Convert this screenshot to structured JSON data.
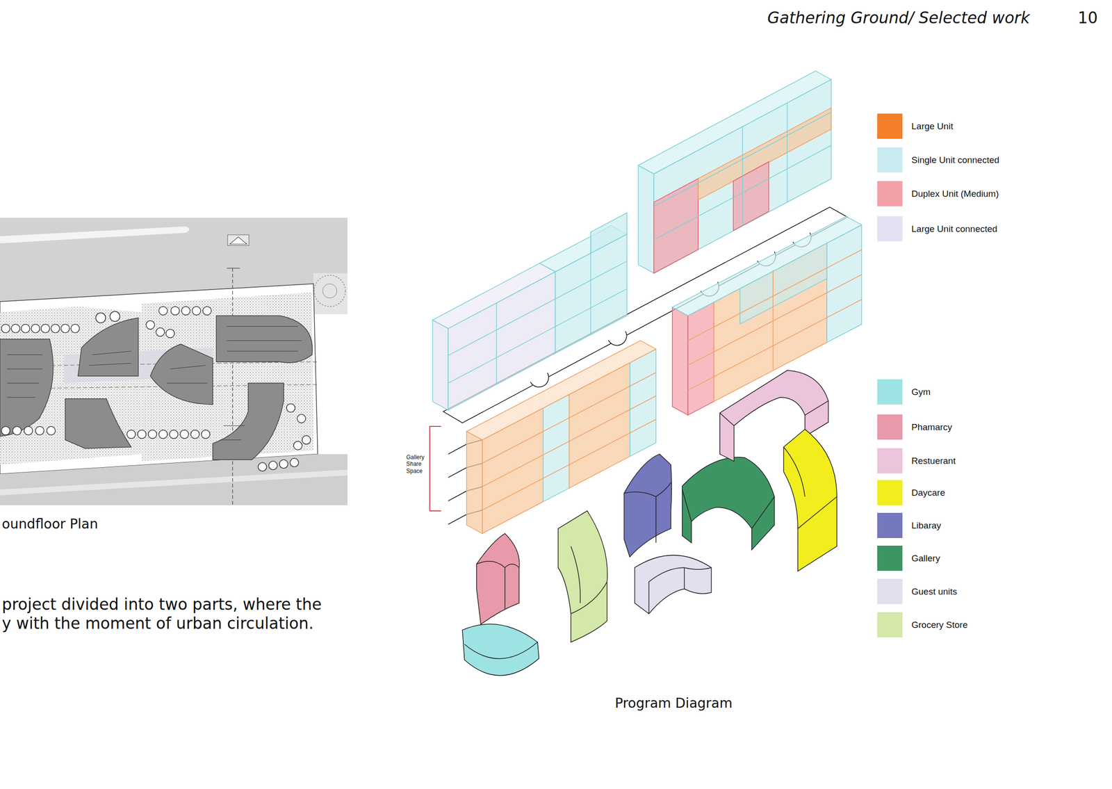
{
  "diagram": {
    "title": "Gathering Ground/ Selected work",
    "caption": "Program Diagram",
    "labels": [
      "10",
      "oundfloor Plan",
      "project divided into two parts, where the y with the moment of urban circulation.",
      "Gallery Share Space"
    ],
    "legend": [
      {
        "text": "Large Unit",
        "color": "#f47f2a"
      },
      {
        "text": "Single Unit connected",
        "color": "#c8ecf0"
      },
      {
        "text": "Duplex Unit (Medium)",
        "color": "#f4a0a8"
      },
      {
        "text": "Large Unit connected",
        "color": "#e4e2f2"
      },
      {
        "text": "Gym",
        "color": "#9ee3e3"
      },
      {
        "text": "Phamarcy",
        "color": "#e89aaa"
      },
      {
        "text": "Restuerant",
        "color": "#ecc4dc"
      },
      {
        "text": "Daycare",
        "color": "#f2ee1e"
      },
      {
        "text": "Libaray",
        "color": "#7478bc"
      },
      {
        "text": "Gallery",
        "color": "#3e9564"
      },
      {
        "text": "Guest units",
        "color": "#e2e0ee"
      },
      {
        "text": "Grocery Store",
        "color": "#d3e8a9"
      }
    ]
  }
}
